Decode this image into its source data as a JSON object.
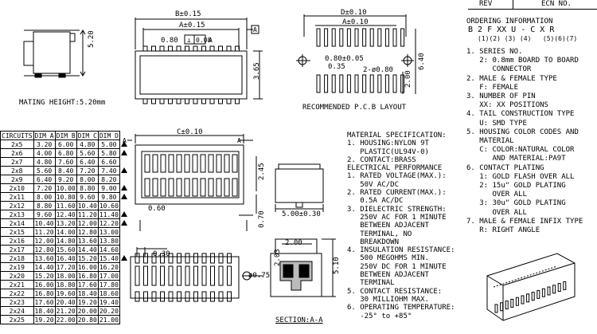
{
  "revision_block": {
    "rev": "REV",
    "ecn": "ECN NO."
  },
  "views": {
    "mating_height": "MATING HEIGHT:5.20mm",
    "dim_5_20": "5.20",
    "dim_b": "B±0.15",
    "dim_a_top": "A±0.15",
    "dim_0_80_top": "0.80",
    "gdt_0_08": "0.08",
    "gdt_a": "A",
    "datum_a_top": "A",
    "dim_3_65": "3.65",
    "dim_d": "D±0.10",
    "dim_a_pcb": "A±0.10",
    "dim_0_80_pcb": "0.80±0.05",
    "dim_0_35": "0.35",
    "dim_hole": "2-ø0.80",
    "dim_2_00_pcb": "2.00",
    "dim_6_40": "6.40",
    "pcb_label": "RECOMMENDED P.C.B LAYOUT",
    "dim_c": "C±0.10",
    "section_mark_a1": "A",
    "section_mark_a2": "A",
    "dim_2_45": "2.45",
    "dim_0_60": "0.60",
    "dim_0_70": "0.70",
    "dim_5_00": "5.00±0.30",
    "dim_0_30": "0.30",
    "dim_2_00_sec": "2.00",
    "dim_2_03": "2.03",
    "dim_0_75": "ø0.75",
    "dim_5_10": "5.10",
    "section_label": "SECTION:A-A"
  },
  "circuit_table": {
    "headers": [
      "CIRCUITS",
      "DIM A",
      "DIM B",
      "DIM C",
      "DIM D"
    ],
    "rows": [
      [
        "2x5",
        "3.20",
        "6.00",
        "4.80",
        "5.00"
      ],
      [
        "2x6",
        "4.00",
        "6.80",
        "5.60",
        "5.80"
      ],
      [
        "2x7",
        "4.80",
        "7.60",
        "6.40",
        "6.60"
      ],
      [
        "2x8",
        "5.60",
        "8.40",
        "7.20",
        "7.40"
      ],
      [
        "2x9",
        "6.40",
        "9.20",
        "8.00",
        "8.20"
      ],
      [
        "2x10",
        "7.20",
        "10.00",
        "8.80",
        "9.00"
      ],
      [
        "2x11",
        "8.00",
        "10.80",
        "9.60",
        "9.80"
      ],
      [
        "2x12",
        "8.80",
        "11.60",
        "10.40",
        "10.60"
      ],
      [
        "2x13",
        "9.60",
        "12.40",
        "11.20",
        "11.40"
      ],
      [
        "2x14",
        "10.40",
        "13.20",
        "12.00",
        "12.20"
      ],
      [
        "2x15",
        "11.20",
        "14.00",
        "12.80",
        "13.00"
      ],
      [
        "2x16",
        "12.00",
        "14.80",
        "13.60",
        "13.80"
      ],
      [
        "2x17",
        "12.80",
        "15.60",
        "14.40",
        "14.60"
      ],
      [
        "2x18",
        "13.60",
        "16.40",
        "15.20",
        "15.40"
      ],
      [
        "2x19",
        "14.40",
        "17.20",
        "16.00",
        "16.20"
      ],
      [
        "2x20",
        "15.20",
        "18.00",
        "16.80",
        "17.00"
      ],
      [
        "2x21",
        "16.00",
        "18.80",
        "17.60",
        "17.80"
      ],
      [
        "2x22",
        "16.80",
        "19.60",
        "18.40",
        "18.60"
      ],
      [
        "2x23",
        "17.60",
        "20.40",
        "19.20",
        "19.40"
      ],
      [
        "2x24",
        "18.40",
        "21.20",
        "20.00",
        "20.20"
      ],
      [
        "2x25",
        "19.20",
        "22.00",
        "20.80",
        "21.00"
      ]
    ],
    "marked_rows": [
      0,
      1,
      3,
      5,
      6,
      8,
      9,
      13
    ]
  },
  "material_spec": [
    "MATERIAL SPECIFICATION:",
    "1. HOUSING:NYLON 9T",
    "   PLASTIC(UL94V-0)",
    "2. CONTACT:BRASS",
    "ELECTRICAL PERFORMANCE",
    "1. RATED VOLTAGE(MAX.):",
    "   50V AC/DC",
    "2. RATED CURRENT(MAX.):",
    "   0.5A AC/DC",
    "3. DIELECTRIC STRENGTH:",
    "   250V AC FOR 1 MINUTE",
    "   BETWEEN ADJACENT",
    "   TERMINAL, NO",
    "   BREAKDOWN",
    "4. INSULATION RESISTANCE:",
    "   500 MEGOHMS MIN.",
    "   250V DC FOR 1 MINUTE",
    "   BETWEEN ADJACENT",
    "   TERMINAL",
    "5. CONTACT RESISTANCE:",
    "   30 MILLIOHM MAX.",
    "6. OPERATING TEMPERATURE:",
    "   -25° to +85°"
  ],
  "ordering": {
    "title": "ORDERING INFORMATION",
    "code": "B 2 F XX U - C X R",
    "code_index": "(1)(2) (3) (4)   (5)(6)(7)",
    "lines": [
      "1. SERIES NO.",
      "   2: 0.8mm BOARD TO BOARD",
      "      CONNECTOR",
      "2. MALE & FEMALE TYPE",
      "   F: FEMALE",
      "3. NUMBER OF PIN",
      "   XX: XX POSITIONS",
      "4. TAIL CONSTRUCTION TYPE",
      "   U: SMD TYPE",
      "5. HOUSING COLOR CODES AND",
      "   MATERIAL",
      "   C: COLOR:NATURAL COLOR",
      "      AND MATERIAL:PA9T",
      "6. CONTACT PLATING",
      "   1: GOLD FLASH OVER ALL",
      "   2: 15u\" GOLD PLATING",
      "      OVER ALL",
      "   3: 30u\" GOLD PLATING",
      "      OVER ALL",
      "7. MALE & FEMALE INFIX TYPE",
      "   R: RIGHT ANGLE"
    ]
  }
}
